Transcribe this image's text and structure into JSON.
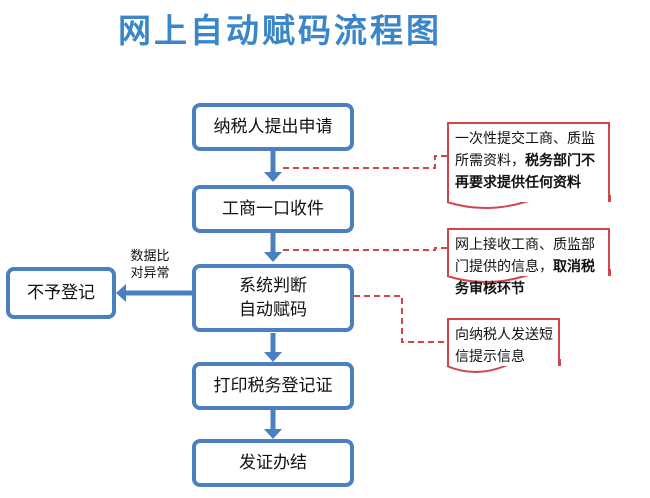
{
  "title": "网上自动赋码流程图",
  "steps": [
    {
      "label": "纳税人提出申请"
    },
    {
      "label": "工商一口收件"
    },
    {
      "label_line1": "系统判断",
      "label_line2": "自动赋码"
    },
    {
      "label": "打印税务登记证"
    },
    {
      "label": "发证办结"
    }
  ],
  "reject": {
    "label": "不予登记",
    "edge_line1": "数据比",
    "edge_line2": "对异常"
  },
  "notes": [
    {
      "normal": "一次性提交工商、质监所需资料，",
      "bold": "税务部门不再要求提供任何资料"
    },
    {
      "normal": "网上接收工商、质监部门提供的信息，",
      "bold": "取消税务审核环节"
    },
    {
      "normal": "向纳税人发送短信提示信息",
      "bold": ""
    }
  ],
  "colors": {
    "title": "#3a86c8",
    "box_border": "#4a7fc0",
    "arrow": "#4a7fc0",
    "note_border": "#d0474b",
    "dash": "#d0474b"
  }
}
